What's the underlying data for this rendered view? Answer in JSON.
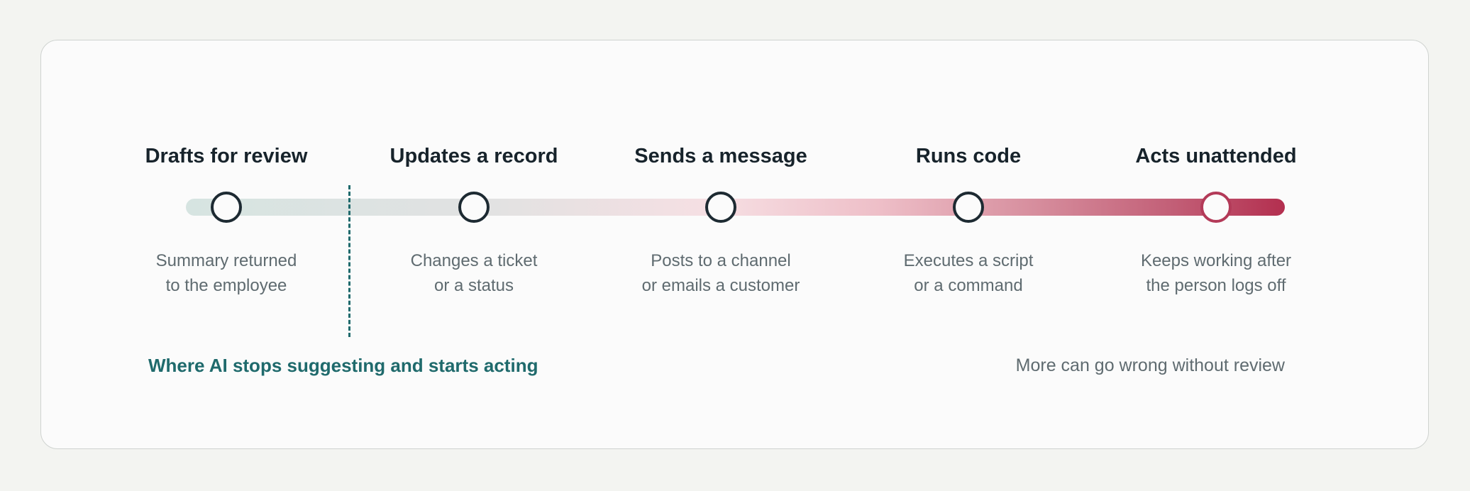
{
  "steps": [
    {
      "title": "Drafts for review",
      "desc": [
        "Summary returned",
        "to the employee"
      ]
    },
    {
      "title": "Updates a record",
      "desc": [
        "Changes a ticket",
        "or a status"
      ]
    },
    {
      "title": "Sends a message",
      "desc": [
        "Posts to a channel",
        "or emails a customer"
      ]
    },
    {
      "title": "Runs code",
      "desc": [
        "Executes a script",
        "or a command"
      ]
    },
    {
      "title": "Acts unattended",
      "desc": [
        "Keeps working after",
        "the person logs off"
      ]
    }
  ],
  "notes": {
    "threshold": "Where AI stops suggesting and starts acting",
    "risk": "More can go wrong without review"
  },
  "colors": {
    "accent_teal": "#1f6a6c",
    "accent_red": "#b32f4f",
    "node_stroke": "#1d2a32"
  }
}
